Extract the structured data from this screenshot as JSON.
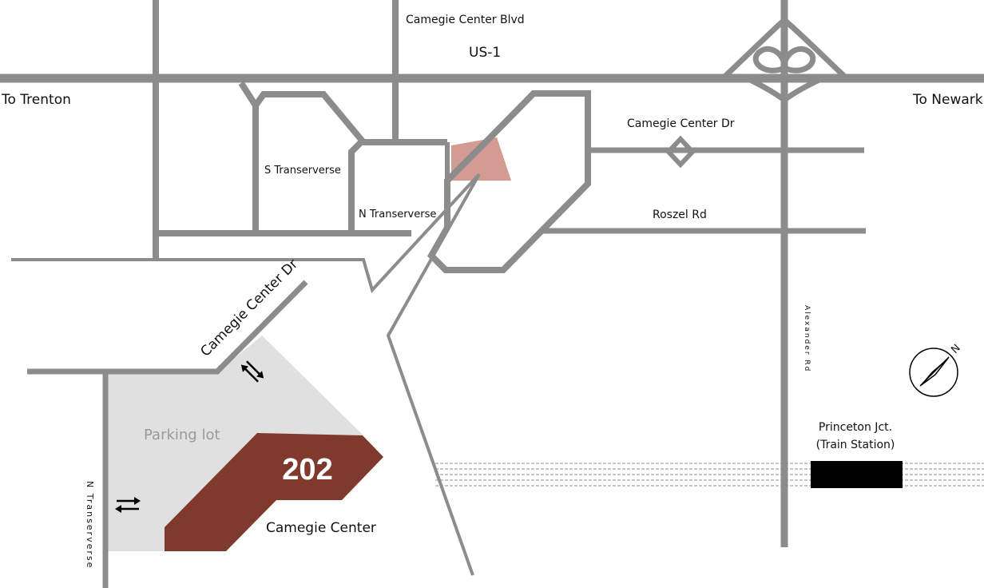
{
  "colors": {
    "road": "#8c8c8c",
    "parking_lot": "#e0e0e0",
    "building_202": "#7f3a2d",
    "building_label": "#ffffff",
    "highlight_block": "#d49b93",
    "station": "#000000",
    "rail": "#8c8c8c",
    "parking_label": "#9a9a9a"
  },
  "labels": {
    "carnegie_center_blvd": "Camegie Center Blvd",
    "us1": "US-1",
    "to_trenton": "To Trenton",
    "to_newark": "To Newark",
    "carnegie_center_dr_east": "Camegie Center Dr",
    "s_transerverse": "S Transerverse",
    "n_transerverse": "N Transerverse",
    "roszel_rd": "Roszel Rd",
    "carnegie_center_dr_diag": "Camegie Center Dr",
    "parking_lot": "Parking lot",
    "building_number": "202",
    "carnegie_center": "Camegie Center",
    "n_transerverse_vertical": "N Transerverse",
    "alexander_rd": "Alexander Rd",
    "station_line1": "Princeton Jct.",
    "station_line2": "(Train Station)",
    "compass_north": "N"
  },
  "icons": {
    "compass": "compass-icon",
    "entrance_arrows_diag": "two-way-arrow-icon",
    "entrance_arrows_horiz": "two-way-arrow-icon"
  }
}
